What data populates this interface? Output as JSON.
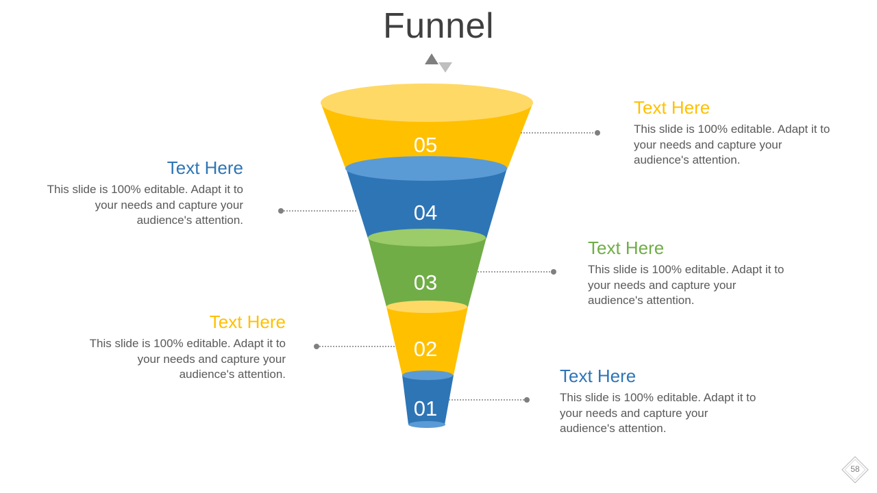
{
  "slide": {
    "title": "Funnel",
    "page_number": "58"
  },
  "colors": {
    "yellow": "#FFC000",
    "yellow_top": "#FFD966",
    "blue": "#2E75B6",
    "blue_top": "#5B9BD5",
    "green": "#70AD47",
    "green_top": "#9CCB6A",
    "title_text": "#404040",
    "body_text": "#595959"
  },
  "funnel": {
    "levels": [
      {
        "number": "05",
        "color": "yellow"
      },
      {
        "number": "04",
        "color": "blue"
      },
      {
        "number": "03",
        "color": "green"
      },
      {
        "number": "02",
        "color": "yellow"
      },
      {
        "number": "01",
        "color": "blue"
      }
    ]
  },
  "callouts": [
    {
      "level": "05",
      "side": "right",
      "title": "Text Here",
      "title_color": "#FFC000",
      "text": "This slide is 100% editable. Adapt it to your needs and capture your audience's attention."
    },
    {
      "level": "04",
      "side": "left",
      "title": "Text Here",
      "title_color": "#2E75B6",
      "text": "This slide is 100% editable. Adapt it to your needs and capture your audience's attention."
    },
    {
      "level": "03",
      "side": "right",
      "title": "Text Here",
      "title_color": "#70AD47",
      "text": "This slide is 100% editable. Adapt it to your needs and capture your audience's attention."
    },
    {
      "level": "02",
      "side": "left",
      "title": "Text Here",
      "title_color": "#FFC000",
      "text": "This slide is 100% editable. Adapt it to your needs and capture your audience's attention."
    },
    {
      "level": "01",
      "side": "right",
      "title": "Text Here",
      "title_color": "#2E75B6",
      "text": "This slide is 100% editable. Adapt it to your needs and capture your audience's attention."
    }
  ]
}
